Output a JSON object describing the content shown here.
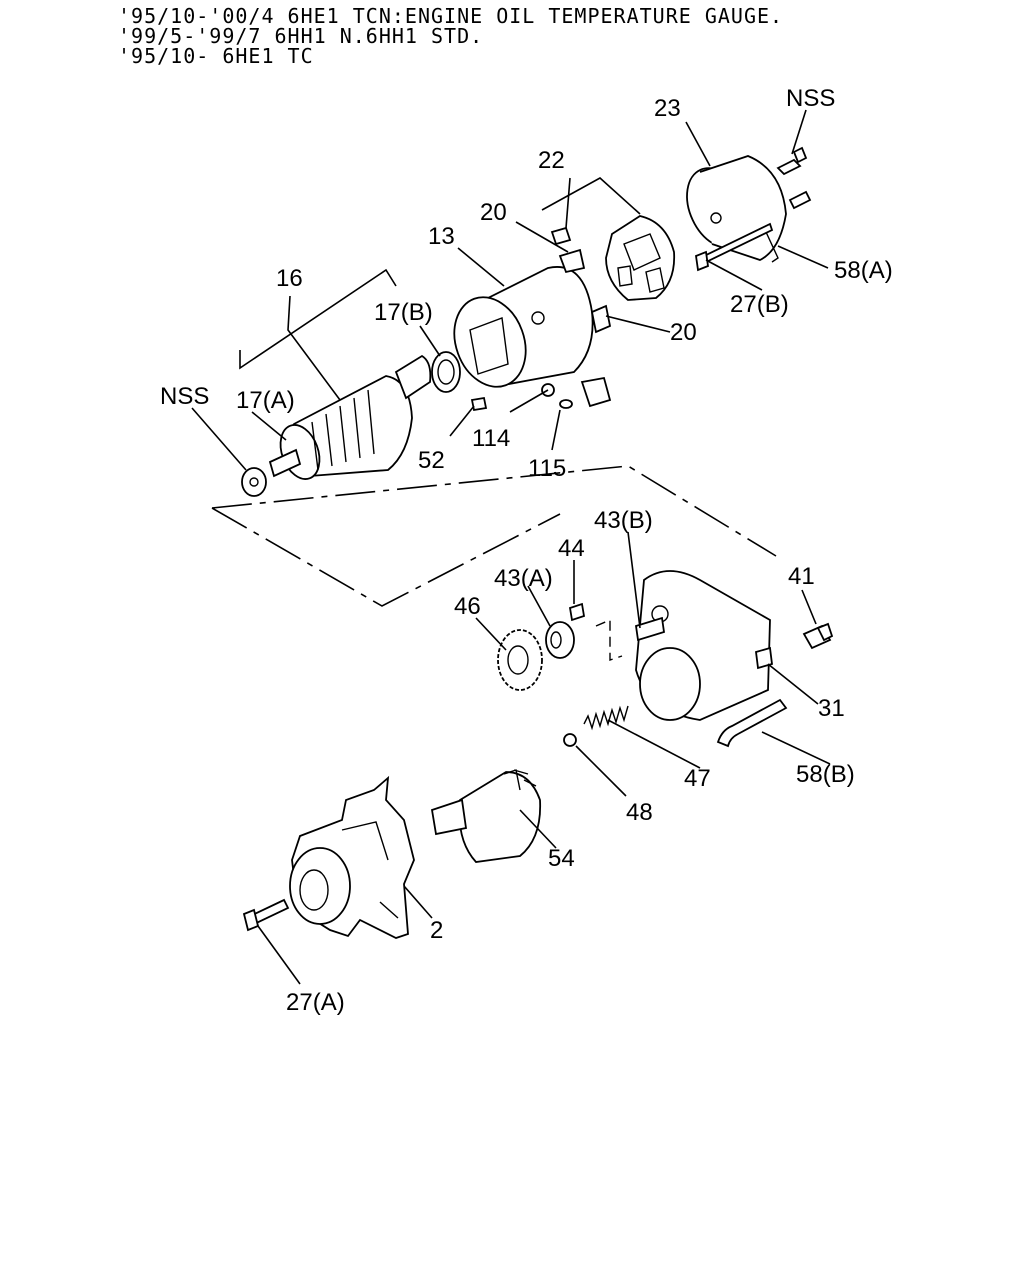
{
  "header": {
    "lines": [
      "'95/10-'00/4 6HE1 TCN:ENGINE OIL TEMPERATURE GAUGE.",
      "'99/5-'99/7 6HH1 N.6HH1 STD.",
      "'95/10- 6HE1 TC"
    ]
  },
  "callouts": {
    "c23": "23",
    "c_nss_top": "NSS",
    "c22": "22",
    "c20a": "20",
    "c13": "13",
    "c58a": "58(A)",
    "c27b": "27(B)",
    "c16": "16",
    "c17b": "17(B)",
    "c20b": "20",
    "c_nss_left": "NSS",
    "c17a": "17(A)",
    "c114": "114",
    "c52": "52",
    "c115": "115",
    "c43b": "43(B)",
    "c44": "44",
    "c43a": "43(A)",
    "c41": "41",
    "c46": "46",
    "c31": "31",
    "c47": "47",
    "c58b": "58(B)",
    "c48": "48",
    "c54": "54",
    "c2": "2",
    "c27a": "27(A)"
  }
}
